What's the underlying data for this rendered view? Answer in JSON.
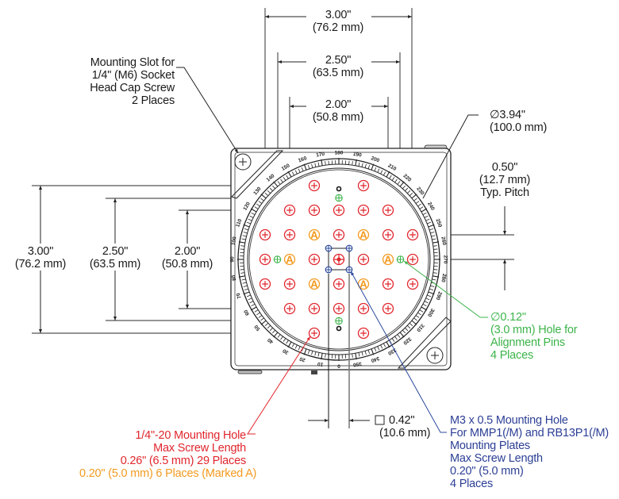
{
  "title": "Rotation mount mounting plate drawing",
  "colors": {
    "line": "#222222",
    "dim_line": "#666666",
    "mount_hole": "#e0262d",
    "marked_a": "#f39a1f",
    "alignment_pin": "#3cb44a",
    "m3_hole": "#2c4a9e"
  },
  "dimensions": {
    "top_300": {
      "inch": "3.00\"",
      "mm": "(76.2 mm)"
    },
    "top_250": {
      "inch": "2.50\"",
      "mm": "(63.5 mm)"
    },
    "top_200": {
      "inch": "2.00\"",
      "mm": "(50.8 mm)"
    },
    "left_300": {
      "inch": "3.00\"",
      "mm": "(76.2 mm)"
    },
    "left_250": {
      "inch": "2.50\"",
      "mm": "(63.5 mm)"
    },
    "left_200": {
      "inch": "2.00\"",
      "mm": "(50.8 mm)"
    },
    "diameter": {
      "inch": "∅3.94\"",
      "mm": "(100.0 mm)"
    },
    "pitch": {
      "inch": "0.50\"",
      "mm": "(12.7 mm)",
      "note": "Typ. Pitch"
    },
    "square": {
      "symbol": "□",
      "inch": "0.42\"",
      "mm": "(10.6 mm)"
    }
  },
  "callouts": {
    "mounting_slot": [
      "Mounting Slot for",
      "1/4\" (M6) Socket",
      "Head Cap Screw",
      "2 Places"
    ],
    "alignment_pins": [
      "∅0.12\"",
      "(3.0 mm) Hole for",
      "Alignment Pins",
      "4 Places"
    ],
    "mounting_hole": {
      "red": [
        "1/4\"-20 Mounting Hole",
        "Max Screw Length",
        "0.26\" (6.5 mm) 29 Places"
      ],
      "orange": "0.20\" (5.0 mm) 6 Places (Marked A)"
    },
    "m3_hole": [
      "M3 x 0.5 Mounting Hole",
      "For MMP1(/M) and RB13P1(/M)",
      "Mounting Plates",
      "Max Screw Length",
      "0.20\" (5.0 mm)",
      "4 Places"
    ]
  },
  "hole_grid": {
    "pitch_in": 0.5,
    "columns": [
      -3,
      -2,
      -1,
      0,
      1,
      2,
      3
    ],
    "rows": [
      {
        "row": -3,
        "cells": [
          "",
          "",
          "H",
          "D",
          "H",
          "",
          ""
        ]
      },
      {
        "row": -2,
        "cells": [
          "",
          "H",
          "H",
          "H",
          "H",
          "H",
          ""
        ]
      },
      {
        "row": -1,
        "cells": [
          "H",
          "H",
          "A",
          "H",
          "A",
          "H",
          "H"
        ]
      },
      {
        "row": 0,
        "cells": [
          "H",
          "A",
          "H",
          "C",
          "H",
          "A",
          "H"
        ]
      },
      {
        "row": 1,
        "cells": [
          "H",
          "H",
          "A",
          "H",
          "A",
          "H",
          "H"
        ]
      },
      {
        "row": 2,
        "cells": [
          "",
          "H",
          "H",
          "H",
          "H",
          "H",
          ""
        ]
      },
      {
        "row": 3,
        "cells": [
          "",
          "",
          "H",
          "D",
          "H",
          "",
          ""
        ]
      }
    ],
    "legend": {
      "H": "1/4\"-20 hole",
      "A": "Marked A hole",
      "C": "center hole",
      "D": "dot"
    },
    "alignment_pins": [
      [
        0,
        -2.5
      ],
      [
        -2.5,
        0
      ],
      [
        2.5,
        0
      ],
      [
        0,
        2.5
      ]
    ],
    "m3_holes": [
      [
        -0.42,
        -0.42
      ],
      [
        0.42,
        -0.42
      ],
      [
        -0.42,
        0.42
      ],
      [
        0.42,
        0.42
      ]
    ]
  },
  "dial": {
    "labels": [
      "0",
      "10",
      "20",
      "30",
      "40",
      "50",
      "60",
      "70",
      "80",
      "90",
      "100",
      "110",
      "120",
      "130",
      "140",
      "150",
      "160",
      "170",
      "180",
      "190",
      "200",
      "210",
      "220",
      "230",
      "240",
      "250",
      "260",
      "270",
      "280",
      "290",
      "300",
      "310",
      "320",
      "330",
      "340",
      "350"
    ],
    "marked_a_letter": "A"
  }
}
